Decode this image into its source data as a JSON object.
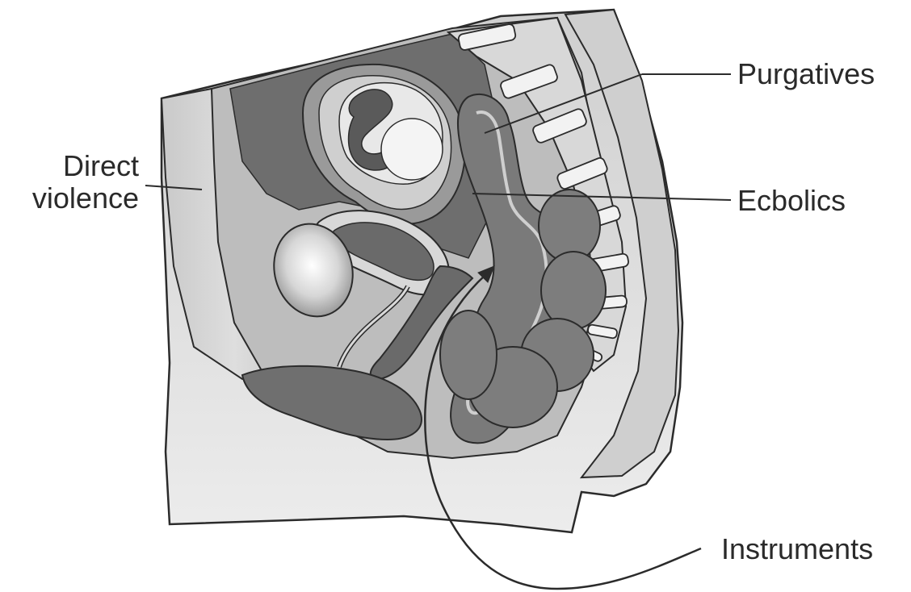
{
  "labels": {
    "direct_violence_line1": "Direct",
    "direct_violence_line2": "violence",
    "purgatives": "Purgatives",
    "ecbolics": "Ecbolics",
    "instruments": "Instruments"
  },
  "colors": {
    "skin": "#d4d4d4",
    "tissue_dark": "#6a6a6a",
    "tissue_mid": "#8c8c8c",
    "bone": "#eeeeee",
    "outline": "#2b2b2b"
  }
}
